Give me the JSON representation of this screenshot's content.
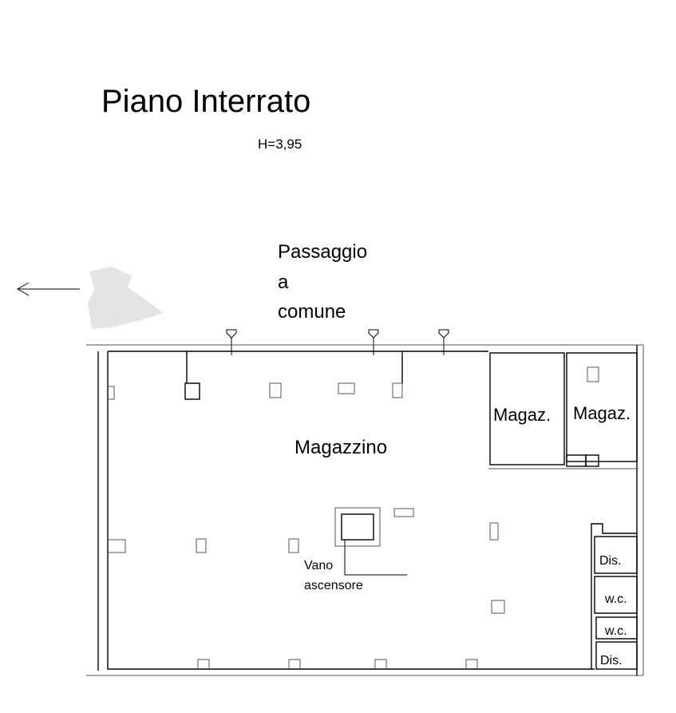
{
  "title": "Piano Interrato",
  "height_label": "H=3,95",
  "passage": {
    "line1": "Passaggio",
    "line2": "a",
    "line3": "comune"
  },
  "rooms": {
    "main": "Magazzino",
    "store1": "Magaz.",
    "store2": "Magaz.",
    "dis1": "Dis.",
    "wc1": "w.c.",
    "wc2": "w.c.",
    "dis2": "Dis."
  },
  "elevator": {
    "line1": "Vano",
    "line2": "ascensore"
  },
  "icons": {
    "direction": "arrow-left-icon",
    "entrance": "entrance-arrow-icon"
  }
}
